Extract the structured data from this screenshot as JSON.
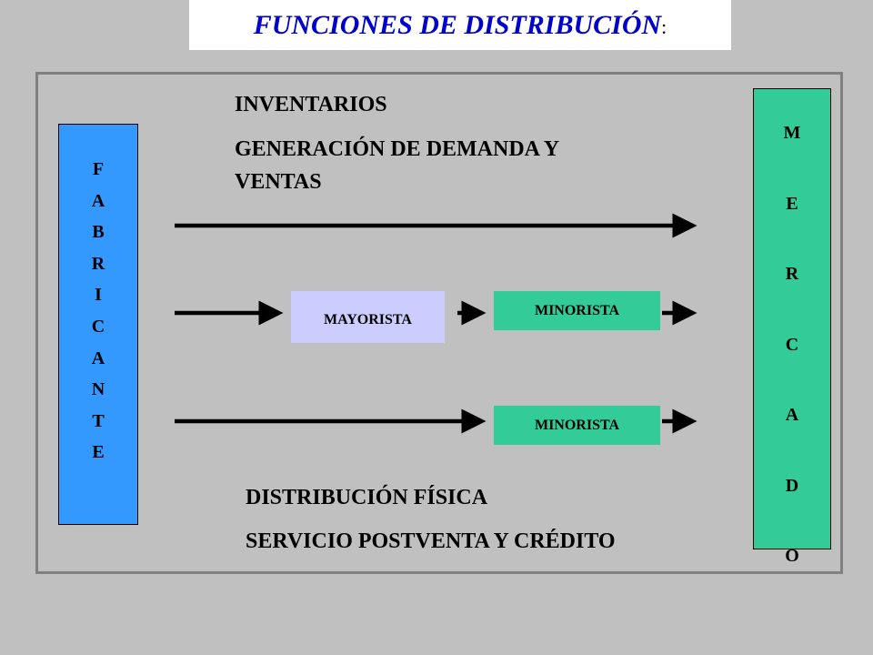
{
  "title": {
    "text": "FUNCIONES DE  DISTRIBUCIÓN",
    "punct": ":"
  },
  "fabricante": {
    "letters": [
      "F",
      "A",
      "B",
      "R",
      "I",
      "C",
      "A",
      "N",
      "T",
      "E"
    ]
  },
  "mercado": {
    "letters": [
      "M",
      "E",
      "R",
      "C",
      "A",
      "D",
      "O"
    ]
  },
  "functions_top": {
    "line1": "INVENTARIOS",
    "line2": "GENERACIÓN  DE DEMANDA Y",
    "line3": "VENTAS"
  },
  "functions_bottom": {
    "line1": "DISTRIBUCIÓN   FÍSICA",
    "line2": "SERVICIO POSTVENTA Y CRÉDITO"
  },
  "intermediaries": {
    "mayorista": "MAYORISTA",
    "minorista_1": "MINORISTA",
    "minorista_2": "MINORISTA"
  },
  "colors": {
    "background": "#c0c0c0",
    "title": "#0000cc",
    "fabricante": "#3399ff",
    "mercado": "#33cc99",
    "mayorista": "#ccccff",
    "minorista": "#33cc99"
  }
}
